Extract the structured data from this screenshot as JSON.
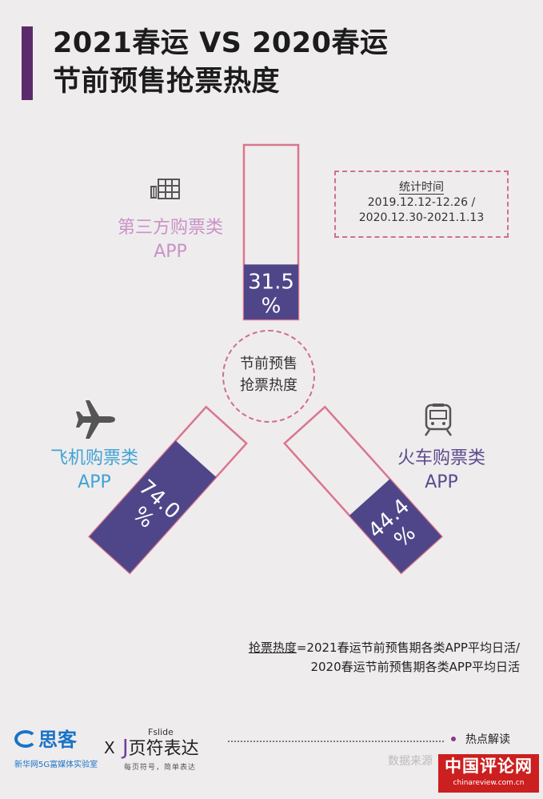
{
  "title": {
    "line1": "2021春运 VS 2020春运",
    "line2": "节前预售抢票热度"
  },
  "stat_period": {
    "heading": "统计时间",
    "line1": "2019.12.12-12.26 /",
    "line2": "2020.12.30-2021.1.13"
  },
  "center_label": {
    "line1": "节前预售",
    "line2": "抢票热度"
  },
  "categories": [
    {
      "line1": "第三方购票类",
      "line2": "APP",
      "icon": "building-icon"
    },
    {
      "line1": "飞机购票类",
      "line2": "APP",
      "icon": "airplane-icon"
    },
    {
      "line1": "火车购票类",
      "line2": "APP",
      "icon": "train-icon"
    }
  ],
  "chart_data": {
    "type": "bar",
    "categories": [
      "第三方购票类APP",
      "飞机购票类APP",
      "火车购票类APP"
    ],
    "values": [
      31.5,
      74.0,
      44.4
    ],
    "value_labels": [
      "31.5",
      "74.0",
      "44.4"
    ],
    "unit": "%",
    "ylim": [
      0,
      100
    ],
    "grid": false,
    "colors": {
      "fill": "#4f4689",
      "outline": "#d9768d"
    }
  },
  "formula": {
    "term": "抢票热度",
    "line1_rest": "=2021春运节前预售期各类APP平均日活/",
    "line2": "2020春运节前预售期各类APP平均日活"
  },
  "footer": {
    "logo1_brand": "思客",
    "logo1_sub": "新华网5G富媒体实验室",
    "cross": "X",
    "logo2_top": "Fslide",
    "logo2_j": "J",
    "logo2_brand": "页符表达",
    "logo2_sub": "每页符号，简单表达",
    "section": "热点解读",
    "source": "数据来源"
  },
  "watermark": {
    "main": "中国评论网",
    "url": "chinareview.com.cn"
  }
}
